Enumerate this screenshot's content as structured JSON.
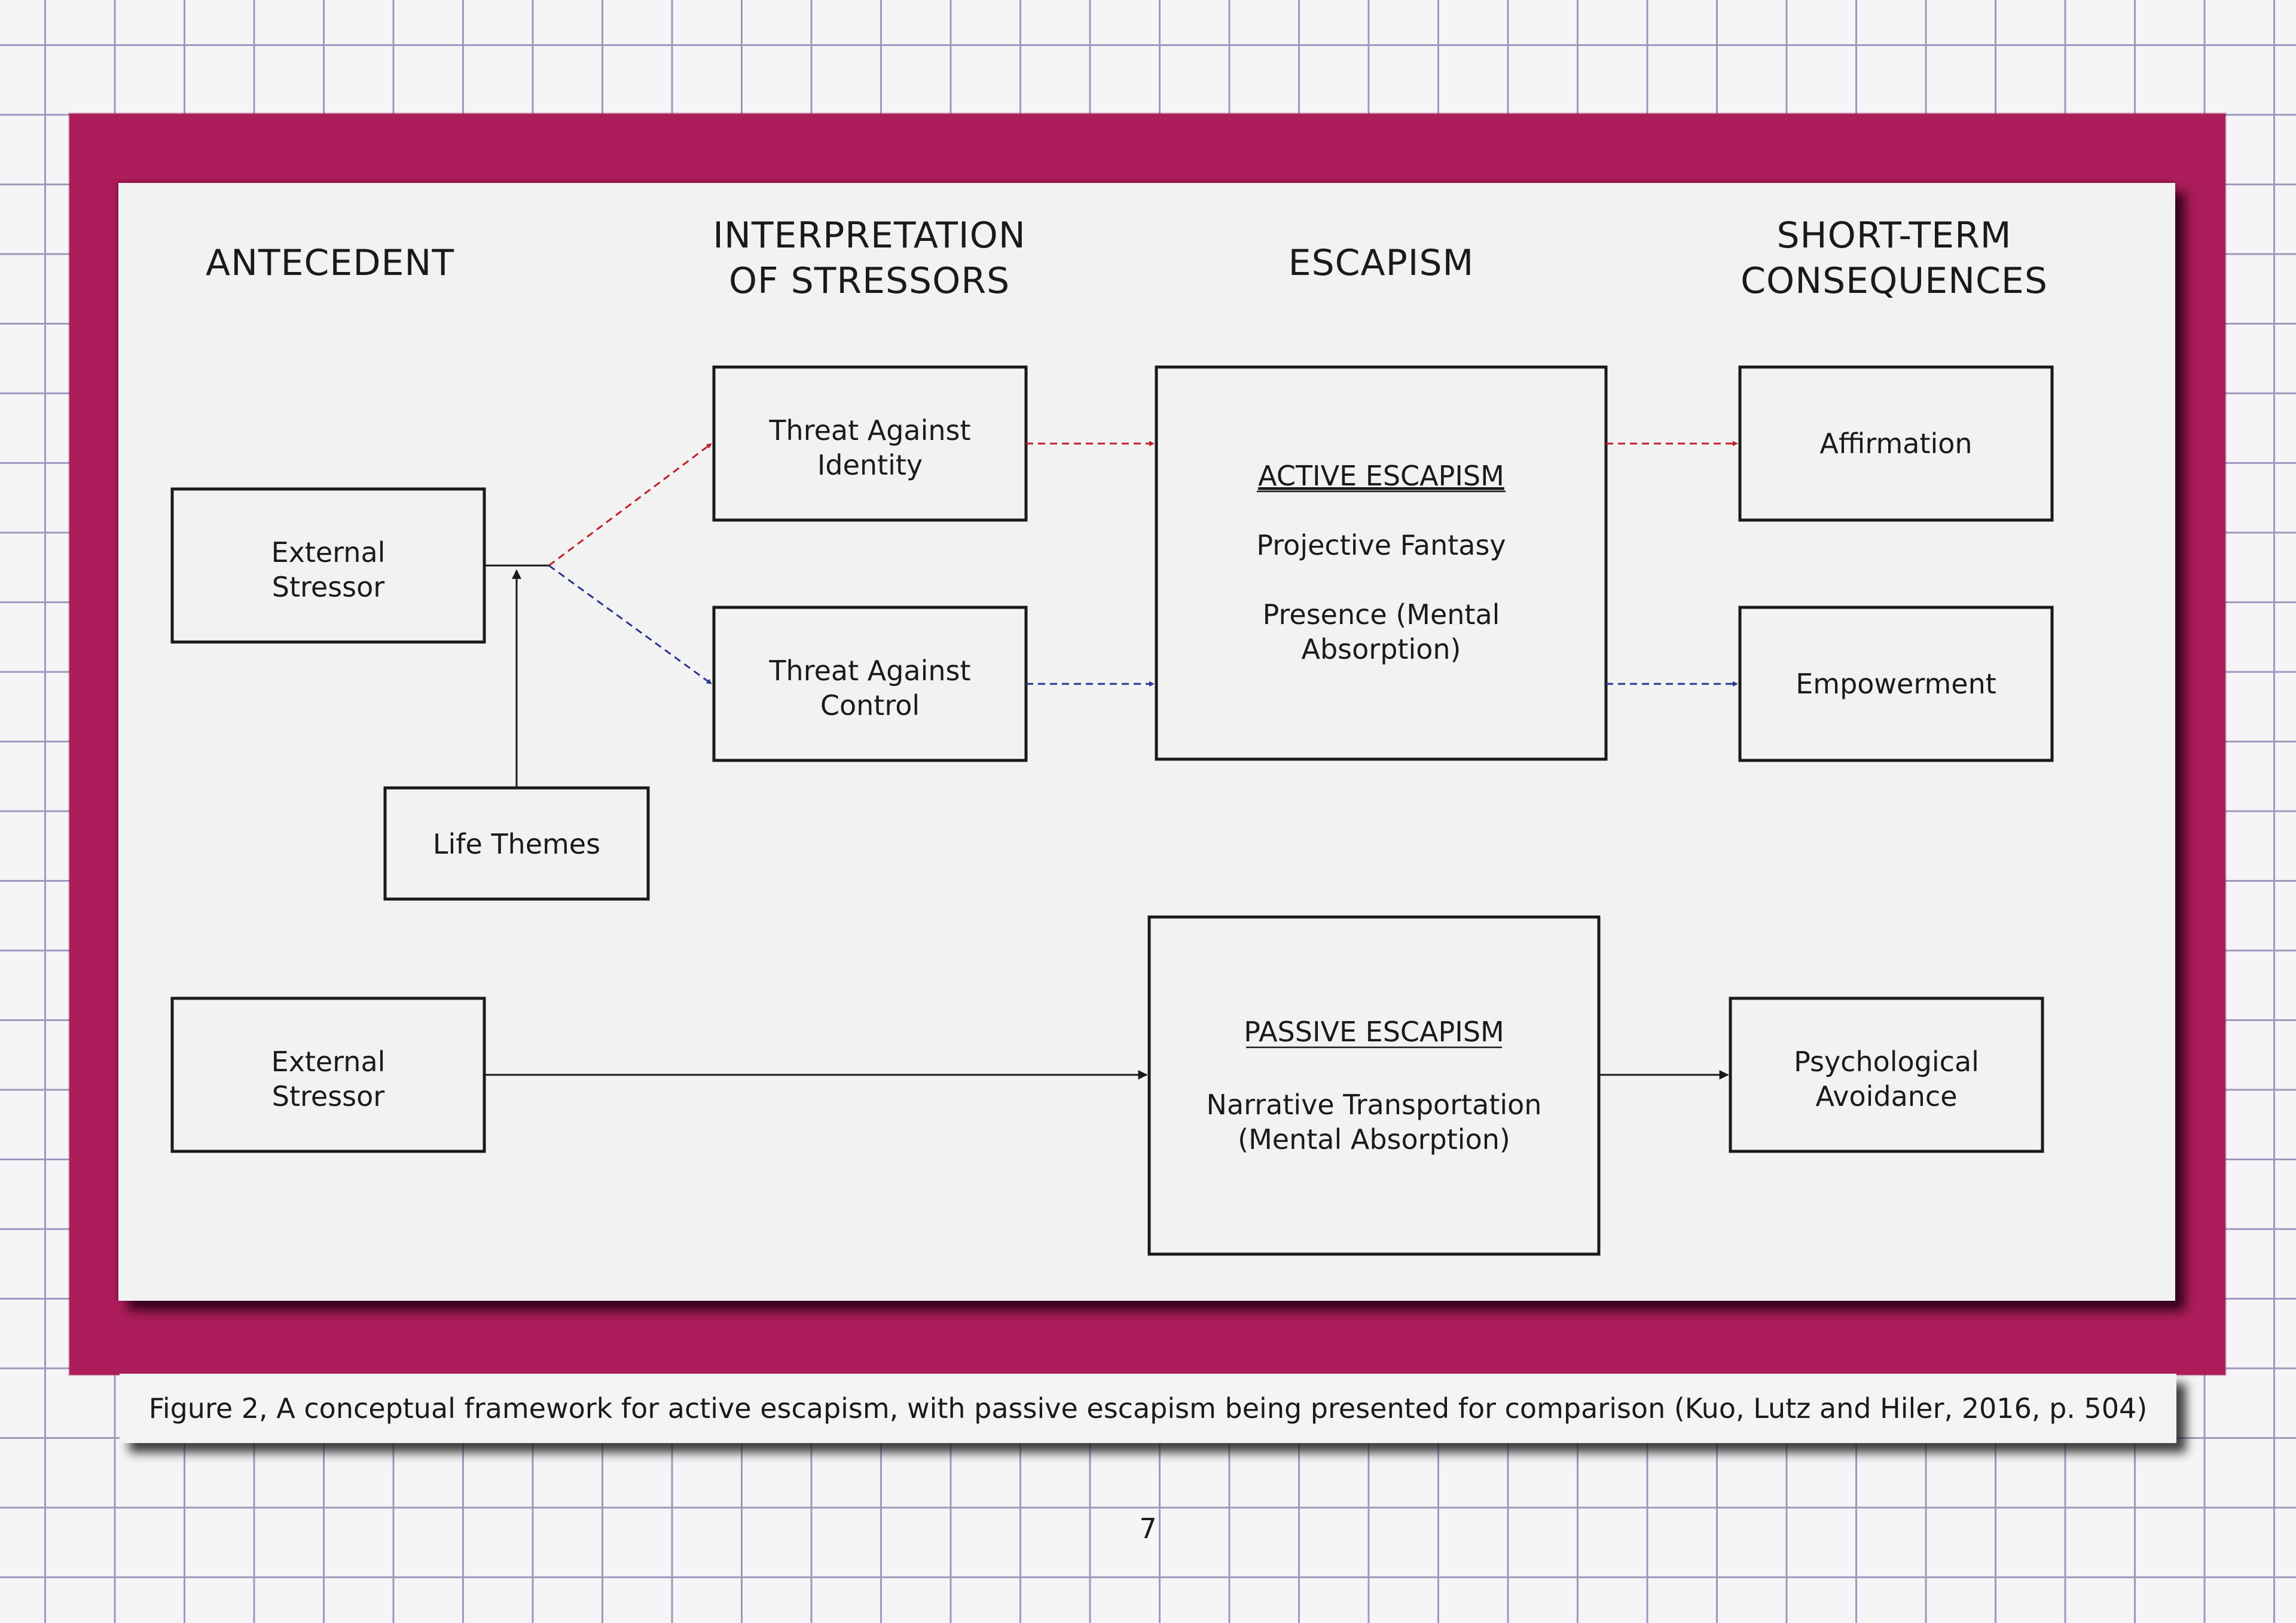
{
  "headers": {
    "antecedent": "ANTECEDENT",
    "interpretation_line1": "INTERPRETATION",
    "interpretation_line2": "OF STRESSORS",
    "escapism": "ESCAPISM",
    "consequences_line1": "SHORT-TERM",
    "consequences_line2": "CONSEQUENCES"
  },
  "nodes": {
    "external_stressor_top": [
      "External",
      "Stressor"
    ],
    "life_themes": "Life Themes",
    "threat_identity": [
      "Threat Against",
      "Identity"
    ],
    "threat_control": [
      "Threat Against",
      "Control"
    ],
    "active_escapism": {
      "title": "ACTIVE ESCAPISM",
      "item1": "Projective Fantasy",
      "item2": [
        "Presence (Mental",
        "Absorption)"
      ]
    },
    "affirmation": "Affirmation",
    "empowerment": "Empowerment",
    "external_stressor_bottom": [
      "External",
      "Stressor"
    ],
    "passive_escapism": {
      "title": "PASSIVE ESCAPISM",
      "item1": [
        "Narrative Transportation",
        "(Mental Absorption)"
      ]
    },
    "psychological_avoidance": [
      "Psychological",
      "Avoidance"
    ]
  },
  "colors": {
    "frame": "#ad1d5b",
    "identity_path": "#c0202a",
    "control_path": "#2a3590",
    "solid_path": "#1a1a1a"
  },
  "caption": "Figure 2, A conceptual framework for active escapism, with passive escapism being presented for comparison (Kuo, Lutz and Hiler, 2016, p. 504)",
  "page_number": "7"
}
